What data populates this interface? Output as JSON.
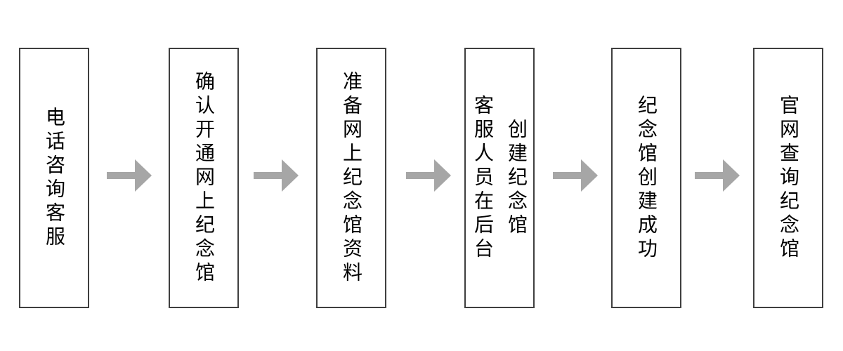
{
  "diagram": {
    "type": "flowchart",
    "direction": "left-to-right",
    "connector": "right-arrow",
    "steps": [
      {
        "label": "电话咨询客服"
      },
      {
        "label": "确认开通网上纪念馆"
      },
      {
        "label": "准备网上纪念馆资料"
      },
      {
        "label": "客服人员在后台\n创建纪念馆"
      },
      {
        "label": "纪念馆创建成功"
      },
      {
        "label": "官网查询纪念馆"
      }
    ]
  },
  "colors": {
    "background": "#ffffff",
    "box_border": "#3f3f3f",
    "box_fill": "#ffffff",
    "arrow": "#a6a6a6",
    "text": "#000000"
  }
}
